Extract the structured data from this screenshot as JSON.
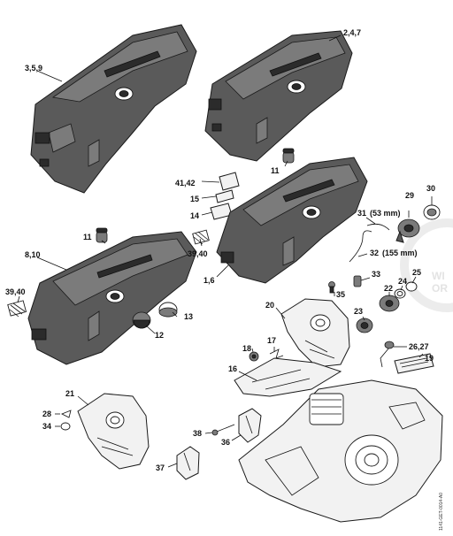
{
  "labels": {
    "l_3_5_9": "3,5,9",
    "l_2_4_7": "2,4,7",
    "l_11_top": "11",
    "l_41_42": "41,42",
    "l_15": "15",
    "l_14": "14",
    "l_29": "29",
    "l_30": "30",
    "l_31": "31",
    "l_31_len": "(53 mm)",
    "l_32": "32",
    "l_32_len": "(155 mm)",
    "l_11_left": "11",
    "l_8_10": "8,10",
    "l_39_40_mid": "39,40",
    "l_1_6": "1,6",
    "l_39_40_left": "39,40",
    "l_33": "33",
    "l_25": "25",
    "l_24": "24",
    "l_22": "22",
    "l_35": "35",
    "l_20": "20",
    "l_13": "13",
    "l_12": "12",
    "l_23": "23",
    "l_17": "17",
    "l_18": "18",
    "l_26_27": "26,27",
    "l_16": "16",
    "l_19": "19",
    "l_21": "21",
    "l_28": "28",
    "l_34": "34",
    "l_38": "38",
    "l_36": "36",
    "l_37": "37"
  },
  "figure_code": "1141-GET-0014-A0",
  "watermark": {
    "line1": "WI",
    "line2": "OR"
  }
}
